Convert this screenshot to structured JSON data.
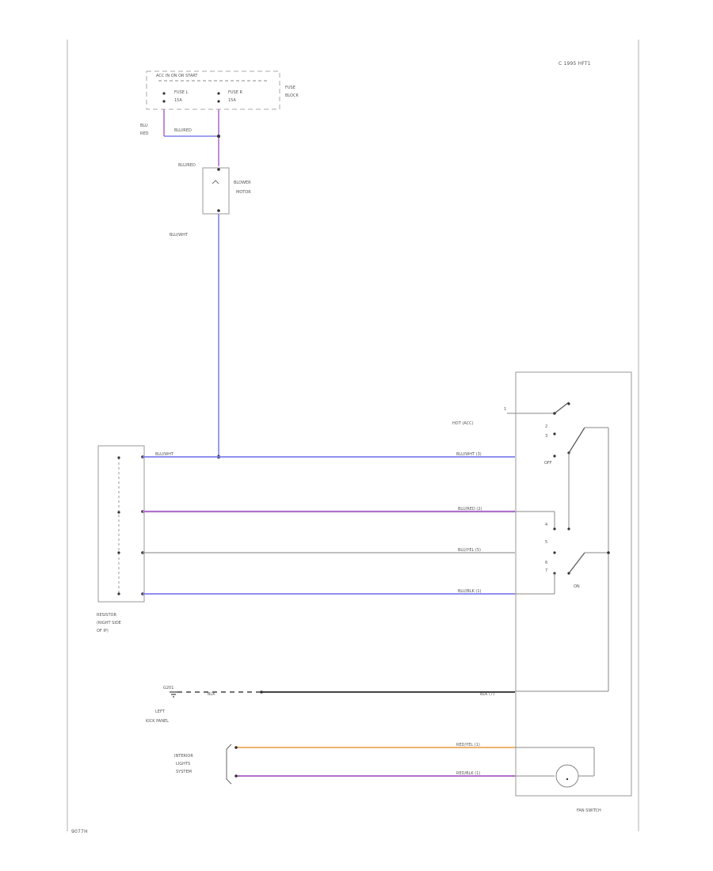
{
  "page": {
    "id_top": "C 1995 HFT1",
    "id_bottom": "9077H"
  },
  "fuse_block": {
    "header": "ACC IN ON OR START",
    "fuse_left": "FUSE L",
    "fuse_left_amp": "15A",
    "fuse_right": "FUSE R",
    "fuse_right_amp": "15A",
    "block_label_1": "FUSE",
    "block_label_2": "BLOCK"
  },
  "wires": {
    "blu_red_1": "BLU",
    "blu_red_2": "RED",
    "blu_red_long": "BLU/RED",
    "blu_red_motor": "BLU/RED",
    "blu_wht": "BLU/WHT"
  },
  "blower_motor": {
    "label_1": "BLOWER",
    "label_2": "MOTOR"
  },
  "resistor": {
    "label_1": "RESISTOR",
    "label_2": "(RIGHT SIDE",
    "label_3": "OF IP)"
  },
  "fan_switch": {
    "label": "FAN SWITCH",
    "hot_label": "HOT (ACC)",
    "off_label": "OFF",
    "on_label": "ON",
    "term_1": "1",
    "term_2": "2",
    "term_3": "3",
    "term_4": "4",
    "term_5": "5",
    "term_6": "6",
    "term_7": "7",
    "row_1": "BLU/WHT (3)",
    "row_2": "BLU/RED (2)",
    "row_3": "BLU/YEL (5)",
    "row_4": "BLU/BLK (1)",
    "row_5": "BLK (7)",
    "row_6": "RED/YEL (1)",
    "row_7": "RED/BLK (1)"
  },
  "ground": {
    "g_label": "G201",
    "wire": "BLK",
    "label_1": "LEFT",
    "label_2": "KICK PANEL"
  },
  "interior": {
    "label_1": "INTERIOR",
    "label_2": "LIGHTS",
    "label_3": "SYSTEM"
  },
  "colors": {
    "blue": "#8080ee",
    "violet": "#b070cc",
    "orange": "#f0b070",
    "gray": "#9a9a9a",
    "black": "#444444"
  }
}
